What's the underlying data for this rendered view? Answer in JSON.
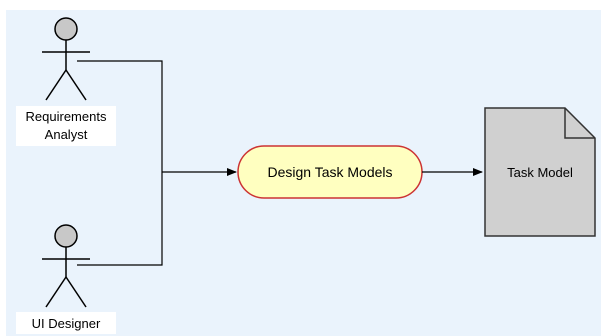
{
  "diagram": {
    "type": "uml-activity-flow",
    "background_color": "#eaf3fc",
    "actors": [
      {
        "id": "requirements-analyst",
        "label_lines": [
          "Requirements",
          "Analyst"
        ],
        "fill_color": "#c8c8c8",
        "line_color": "#000000"
      },
      {
        "id": "ui-designer",
        "label_lines": [
          "UI Designer"
        ],
        "fill_color": "#c8c8c8",
        "line_color": "#000000"
      }
    ],
    "process": {
      "label": "Design Task Models",
      "fill_color": "#ffffc0",
      "border_color": "#cc3333"
    },
    "artifact": {
      "label": "Task Model",
      "fill_color": "#d0d0d0",
      "border_color": "#333333"
    },
    "edges": [
      {
        "from": "requirements-analyst",
        "to": "process",
        "arrow": true
      },
      {
        "from": "ui-designer",
        "to": "process",
        "arrow": true
      },
      {
        "from": "process",
        "to": "artifact",
        "arrow": true
      }
    ]
  }
}
